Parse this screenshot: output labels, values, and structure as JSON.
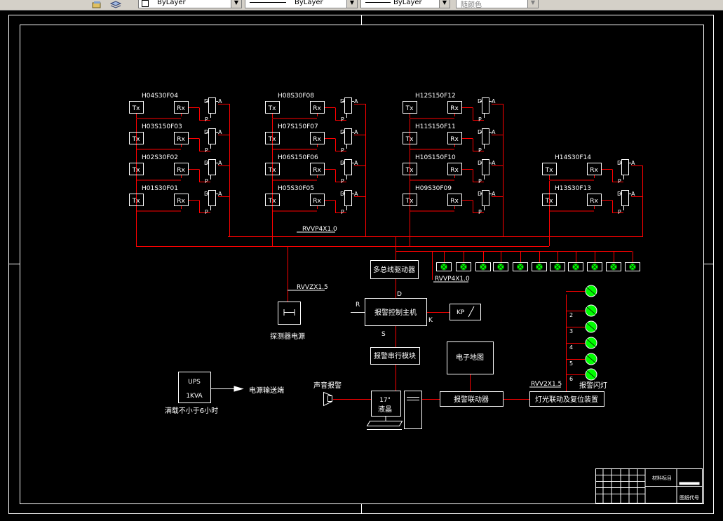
{
  "toolbar": {
    "layer_combo": "ByLayer",
    "linetype_combo": "ByLayer",
    "lineweight_combo": "ByLayer",
    "color_combo": "随颜色"
  },
  "colors": {
    "background": "#000000",
    "wire": "#ff0000",
    "lines": "#ffffff",
    "lamp": "#00ff00"
  },
  "icons": [
    "layer-states-icon",
    "layer-stack-icon",
    "arrow-icon",
    "speaker-icon",
    "computer-icon",
    "lamp-icon"
  ],
  "detectors": [
    {
      "label": "H04S30F04",
      "tx": "Tx",
      "rx": "Rx"
    },
    {
      "label": "H03S150F03",
      "tx": "Tx",
      "rx": "Rx"
    },
    {
      "label": "H02S30F02",
      "tx": "Tx",
      "rx": "Rx"
    },
    {
      "label": "H01S30F01",
      "tx": "Tx",
      "rx": "Rx"
    },
    {
      "label": "H08S30F08",
      "tx": "Tx",
      "rx": "Rx"
    },
    {
      "label": "H07S150F07",
      "tx": "Tx",
      "rx": "Rx"
    },
    {
      "label": "H06S150F06",
      "tx": "Tx",
      "rx": "Rx"
    },
    {
      "label": "H05S30F05",
      "tx": "Tx",
      "rx": "Rx"
    },
    {
      "label": "H12S150F12",
      "tx": "Tx",
      "rx": "Rx"
    },
    {
      "label": "H11S150F11",
      "tx": "Tx",
      "rx": "Rx"
    },
    {
      "label": "H10S150F10",
      "tx": "Tx",
      "rx": "Rx"
    },
    {
      "label": "H09S30F09",
      "tx": "Tx",
      "rx": "Rx"
    },
    {
      "label": "H14S30F14",
      "tx": "Tx",
      "rx": "Rx"
    },
    {
      "label": "H13S30F13",
      "tx": "Tx",
      "rx": "Rx"
    }
  ],
  "relay": {
    "d": "D",
    "a": "A",
    "p": "P"
  },
  "cables": {
    "bus_main": "RVVP4X1.0",
    "bus_lamps": "RVVP4X1.0",
    "power": "RVVZX1.5",
    "strobe": "RVV2X1.5"
  },
  "blocks": {
    "bus_driver": "多总线驱动器",
    "controller": "报警控制主机",
    "keypad": "KP",
    "serial_module": "报警串行模块",
    "emap": "电子地图",
    "linkage": "报警联动器",
    "light_linkage": "灯光联动及复位装置",
    "detector_power": "探测器电源",
    "ups_title": "UPS",
    "ups_rating": "1KVA",
    "ups_note": "满载不小于6小时",
    "power_out": "电源输送端",
    "siren": "声音报警",
    "monitor_size": "17\"",
    "monitor_type": "液晶",
    "strobe": "报警闪灯"
  },
  "ports": {
    "r": "R",
    "d": "D",
    "s": "S",
    "k": "K"
  },
  "strobe_numbers": [
    "2",
    "3",
    "4",
    "5",
    "6"
  ],
  "title_block": {
    "title": "材料标目",
    "code": "图纸代号"
  }
}
